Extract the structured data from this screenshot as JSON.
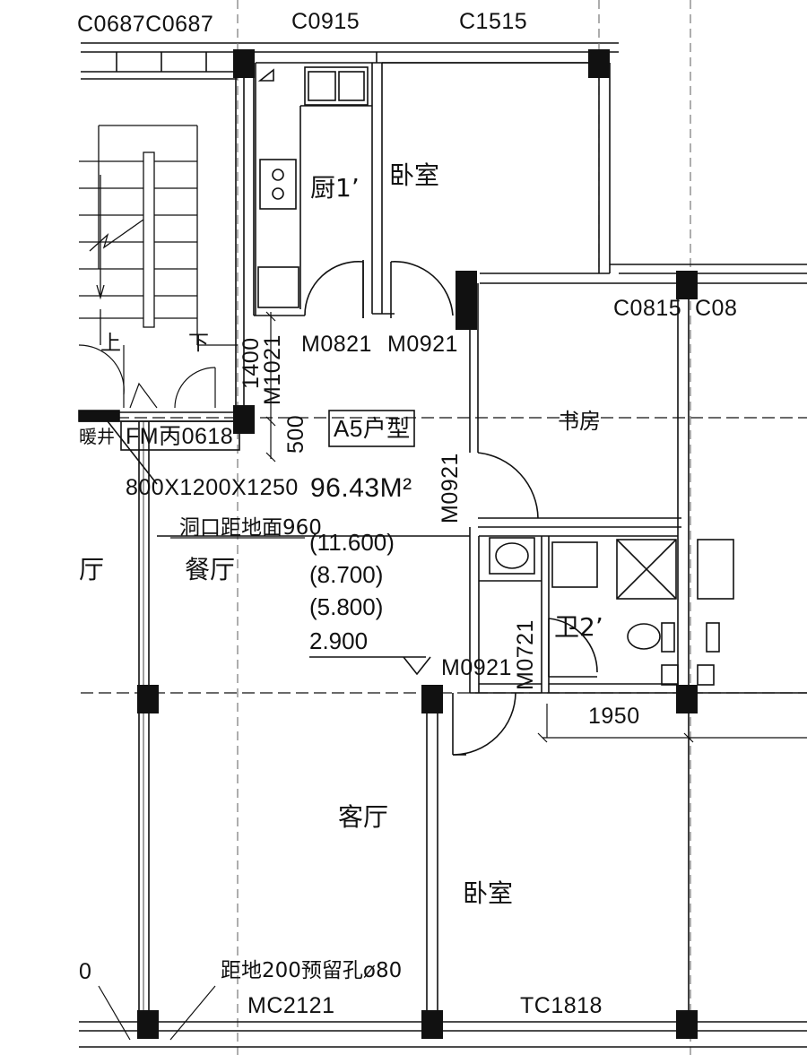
{
  "windows": {
    "top_left": "C0687C0687",
    "top_mid": "C0915",
    "top_right": "C1515",
    "right_mid": "C0815",
    "right_cut": "C08"
  },
  "doors": {
    "kitchen": "M0821",
    "bedroom_top": "M0921",
    "entry": "M1021",
    "study": "M0921",
    "bath": "M0721",
    "bedroom_bottom": "M0921",
    "fire_door": "FM丙0618",
    "balcony": "MC2121",
    "bedroom_window": "TC1818"
  },
  "rooms": {
    "kitchen": "厨1’",
    "bedroom_top": "卧室",
    "study": "书房",
    "dining": "餐厅",
    "hall_cut": "厅",
    "bath": "卫2’",
    "living": "客厅",
    "bedroom_bottom": "卧室"
  },
  "stair": {
    "up": "上",
    "down": "下",
    "shaft": "暖井"
  },
  "dimensions": {
    "d1400": "1400",
    "d500": "500",
    "d1950": "1950",
    "shaft_size": "800X1200X1250"
  },
  "unit": {
    "type": "A5户型",
    "area": "96.43M²"
  },
  "notes": {
    "opening": "洞口距地面960",
    "pipe_hole": "距地200预留孔ø80",
    "zero_cut": "0"
  },
  "elevations": [
    "(11.600)",
    "(8.700)",
    "(5.800)",
    "2.900"
  ]
}
